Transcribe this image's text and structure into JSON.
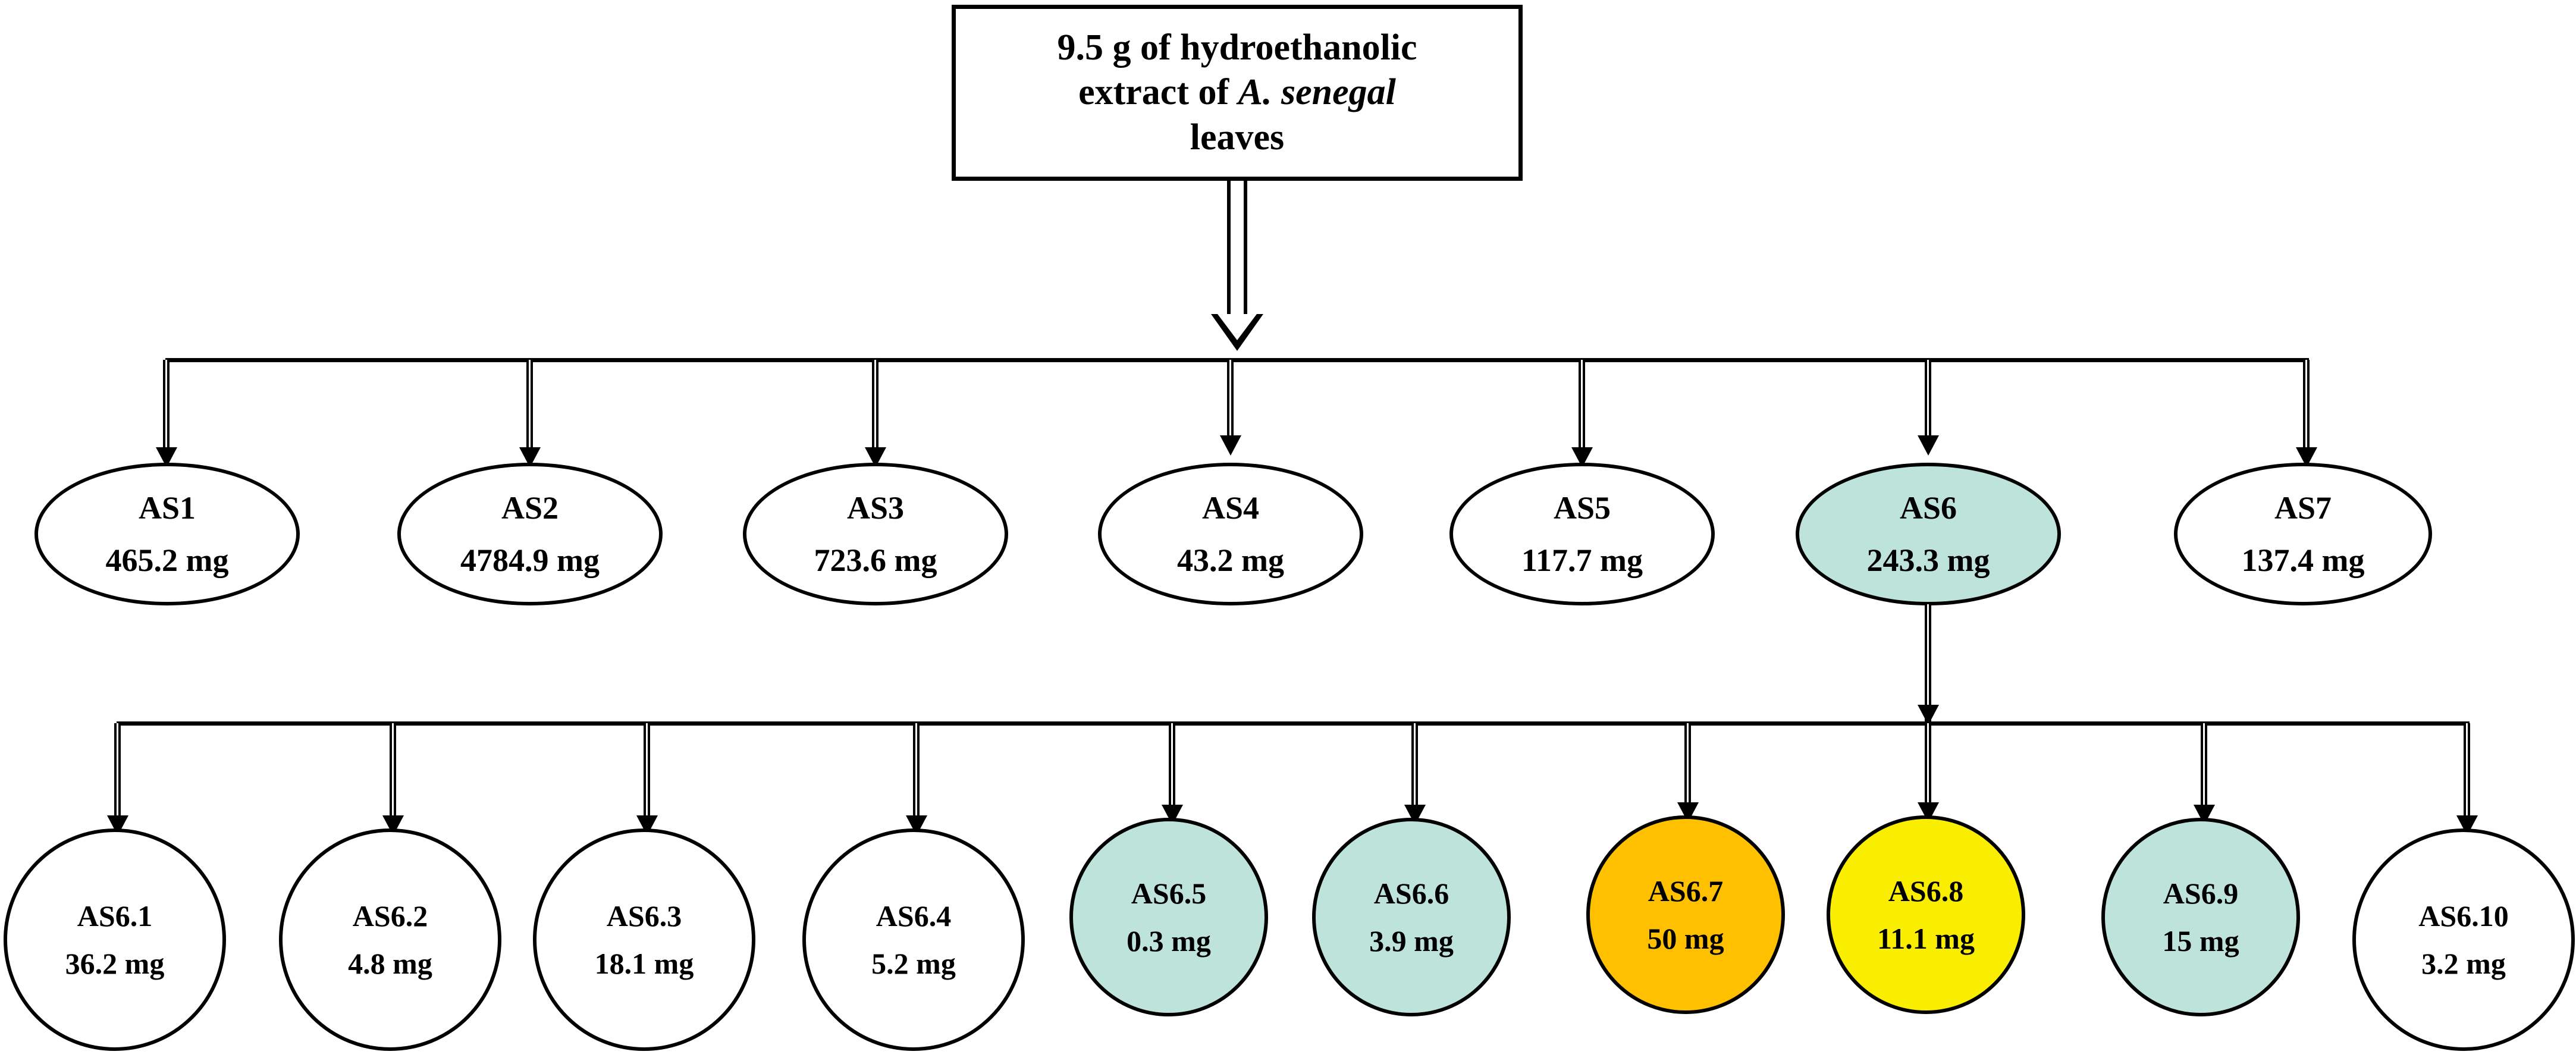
{
  "diagram": {
    "title_box": {
      "line1": "9.5 g of hydroethanolic",
      "line2_pre": "extract of ",
      "line2_species": "A. senegal",
      "line3": "leaves"
    },
    "colors": {
      "fill_white": "#ffffff",
      "fill_teal": "#bee3da",
      "fill_orange": "#ffc000",
      "fill_yellow": "#faee00",
      "stroke": "#000000"
    },
    "row1": {
      "nodes": [
        {
          "id": "AS1",
          "mass": "465.2 mg",
          "fill": "#ffffff"
        },
        {
          "id": "AS2",
          "mass": "4784.9 mg",
          "fill": "#ffffff"
        },
        {
          "id": "AS3",
          "mass": "723.6 mg",
          "fill": "#ffffff"
        },
        {
          "id": "AS4",
          "mass": "43.2 mg",
          "fill": "#ffffff"
        },
        {
          "id": "AS5",
          "mass": "117.7 mg",
          "fill": "#ffffff"
        },
        {
          "id": "AS6",
          "mass": "243.3 mg",
          "fill": "#bee3da"
        },
        {
          "id": "AS7",
          "mass": "137.4 mg",
          "fill": "#ffffff"
        }
      ]
    },
    "row2": {
      "parent": "AS6",
      "nodes": [
        {
          "id": "AS6.1",
          "mass": "36.2 mg",
          "fill": "#ffffff"
        },
        {
          "id": "AS6.2",
          "mass": "4.8 mg",
          "fill": "#ffffff"
        },
        {
          "id": "AS6.3",
          "mass": "18.1 mg",
          "fill": "#ffffff"
        },
        {
          "id": "AS6.4",
          "mass": "5.2 mg",
          "fill": "#ffffff"
        },
        {
          "id": "AS6.5",
          "mass": "0.3 mg",
          "fill": "#bee3da"
        },
        {
          "id": "AS6.6",
          "mass": "3.9 mg",
          "fill": "#bee3da"
        },
        {
          "id": "AS6.7",
          "mass": "50 mg",
          "fill": "#ffc000"
        },
        {
          "id": "AS6.8",
          "mass": "11.1 mg",
          "fill": "#faee00"
        },
        {
          "id": "AS6.9",
          "mass": "15 mg",
          "fill": "#bee3da"
        },
        {
          "id": "AS6.10",
          "mass": "3.2 mg",
          "fill": "#ffffff"
        }
      ]
    }
  }
}
